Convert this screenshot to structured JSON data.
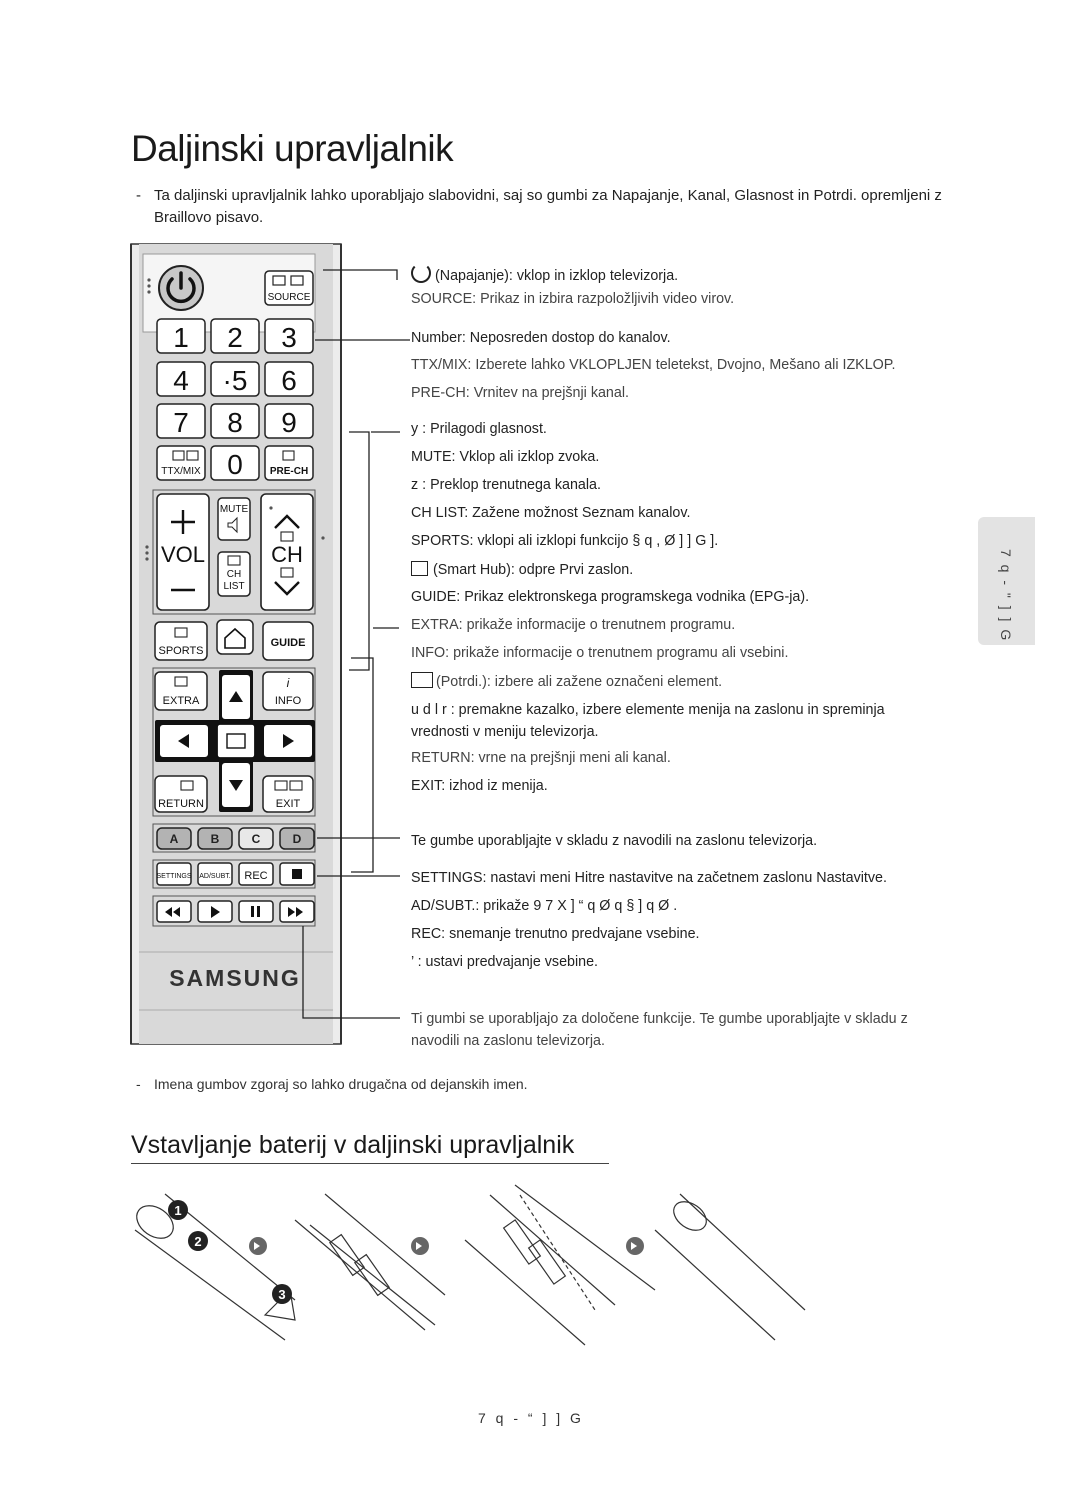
{
  "title": "Daljinski upravljalnik",
  "intro": {
    "dash": "-",
    "text": "Ta daljinski upravljalnik lahko uporabljajo slabovidni, saj so gumbi za Napajanje, Kanal, Glasnost in Potrdi. opremljeni z Braillovo pisavo."
  },
  "descriptions": {
    "power": "(Napajanje): vklop in izklop televizorja.",
    "source": "SOURCE: Prikaz in izbira razpoložljivih video virov.",
    "number": "Number: Neposreden dostop do kanalov.",
    "ttx": "TTX/MIX: Izberete lahko VKLOPLJEN teletekst, Dvojno, Mešano ali IZKLOP.",
    "prech": "PRE-CH: Vrnitev na prejšnji kanal.",
    "vol": "y            : Prilagodi glasnost.",
    "mute": "MUTE: Vklop ali izklop zvoka.",
    "ch": "z            : Preklop trenutnega kanala.",
    "chlist": "CH LIST: Zažene možnost Seznam kanalov.",
    "sports": "SPORTS: vklopi ali izklopi funkcijo    § q , Ø ]     ] G     ].",
    "smarthub": "(Smart Hub): odpre Prvi zaslon.",
    "guide": "GUIDE: Prikaz elektronskega programskega vodnika (EPG-ja).",
    "extra": "EXTRA: prikaže informacije o trenutnem programu.",
    "info": "INFO: prikaže informacije o trenutnem programu ali vsebini.",
    "enter": "(Potrdi.): izbere ali zažene označeni element.",
    "arrows": "u   d   l   r : premakne kazalko, izbere elemente menija na zaslonu in spreminja vrednosti v meniju televizorja.",
    "return": "RETURN: vrne na prejšnji meni ali kanal.",
    "exit": "EXIT: izhod iz menija.",
    "colors": "Te gumbe uporabljajte v skladu z navodili na zaslonu televizorja.",
    "settings": "SETTINGS: nastavi meni Hitre nastavitve na začetnem zaslonu Nastavitve.",
    "adsubt": "AD/SUBT.: prikaže   9 7    X ]        “      q   Ø q § ] q   Ø   .",
    "rec": "REC: snemanje trenutno predvajane vsebine.",
    "stop": "’   : ustavi predvajanje vsebine.",
    "media": "Ti gumbi se uporabljajo za določene funkcije. Te gumbe uporabljajte v skladu z navodili na zaslonu televizorja."
  },
  "remote": {
    "source": "SOURCE",
    "nums": [
      "1",
      "2",
      "3",
      "4",
      "·5",
      "6",
      "7",
      "8",
      "9",
      "0"
    ],
    "ttx": "TTX/MIX",
    "prech": "PRE-CH",
    "mute": "MUTE",
    "vol": "VOL",
    "ch": "CH",
    "chlist_1": "CH",
    "chlist_2": "LIST",
    "sports": "SPORTS",
    "guide": "GUIDE",
    "extra": "EXTRA",
    "info": "INFO",
    "return": "RETURN",
    "exit": "EXIT",
    "a": "A",
    "b": "B",
    "c": "C",
    "d": "D",
    "settings": "SETTINGS",
    "adsubt": "AD/SUBT.",
    "rec": "REC",
    "brand": "SAMSUNG"
  },
  "note": {
    "dash": "-",
    "text": "Imena gumbov zgoraj so lahko drugačna od dejanskih imen."
  },
  "section2": "Vstavljanje baterij v daljinski upravljalnik",
  "steps": [
    "1",
    "2",
    "3"
  ],
  "side_tab": "7 q - \" ]    ] G",
  "page_number": "7 q - “ ]      ] G",
  "colors": {
    "text": "#222222",
    "remote_body": "#d9d9d9",
    "button_fill": "#ffffff",
    "color_button": "#b3b3b3"
  }
}
